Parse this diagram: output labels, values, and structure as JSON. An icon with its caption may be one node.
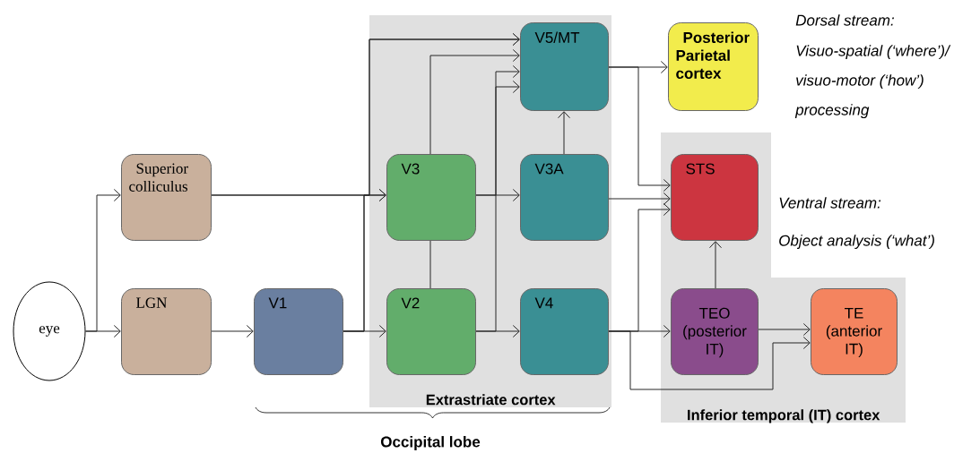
{
  "diagram": {
    "nodes": [
      {
        "text": [
          "eye"
        ]
      },
      {
        "text": [
          "Superior colliculus"
        ]
      },
      {
        "text": [
          "LGN"
        ]
      },
      {
        "text": [
          "V1"
        ]
      },
      {
        "text": [
          "Extrastriate cortex"
        ]
      },
      {
        "text": [
          "V5/MT"
        ],
        "in": 4
      },
      {
        "text": [
          "V3"
        ],
        "in": 4
      },
      {
        "text": [
          "V3A"
        ],
        "in": 4
      },
      {
        "text": [
          "V2"
        ],
        "in": 4
      },
      {
        "text": [
          "V4"
        ],
        "in": 4
      },
      {
        "text": [
          "Posterior Parietal cortex"
        ]
      },
      {
        "text": [
          "Inferior temporal (IT) cortex"
        ]
      },
      {
        "text": [
          "STS"
        ],
        "in": 11
      },
      {
        "text": [
          "TEO (posterior IT)"
        ],
        "in": 11
      },
      {
        "text": [
          "TE (anterior IT)"
        ],
        "in": 11
      }
    ],
    "edges": [
      {
        "from": 0,
        "to": 1,
        "arrow": "to"
      },
      {
        "from": 0,
        "to": 2,
        "arrow": "to"
      },
      {
        "from": 2,
        "to": 3,
        "arrow": "to"
      },
      {
        "from": 3,
        "to": 8,
        "arrow": "to"
      },
      {
        "from": 3,
        "to": 6,
        "arrow": "to"
      },
      {
        "from": 1,
        "to": 6,
        "arrow": "to"
      },
      {
        "from": 3,
        "to": 5,
        "arrow": "to"
      },
      {
        "from": 1,
        "to": 5,
        "arrow": "to"
      },
      {
        "from": 6,
        "to": 5,
        "arrow": "to"
      },
      {
        "from": 8,
        "to": 6,
        "arrow": "none"
      },
      {
        "from": 8,
        "to": 9,
        "arrow": "to"
      },
      {
        "from": 8,
        "to": 5,
        "arrow": "to"
      },
      {
        "from": 6,
        "to": 5,
        "arrow": "to"
      },
      {
        "from": 6,
        "to": 7,
        "arrow": "to"
      },
      {
        "from": 7,
        "to": 5,
        "arrow": "to"
      },
      {
        "from": 5,
        "to": 10,
        "arrow": "to"
      },
      {
        "from": 5,
        "to": 12,
        "arrow": "to"
      },
      {
        "from": 7,
        "to": 12,
        "arrow": "to"
      },
      {
        "from": 9,
        "to": 12,
        "arrow": "to"
      },
      {
        "from": 9,
        "to": 13,
        "arrow": "to"
      },
      {
        "from": 9,
        "to": 14,
        "arrow": "to"
      },
      {
        "from": 13,
        "to": 14,
        "arrow": "to"
      },
      {
        "from": 13,
        "to": 12,
        "arrow": "to"
      }
    ],
    "labels": [
      "Dorsal stream:",
      "Visuo-spatial (‘where’)/ visuo-motor (‘how’) processing",
      "Ventral stream:",
      "Object analysis (‘what’)",
      "Occipital lobe"
    ]
  }
}
